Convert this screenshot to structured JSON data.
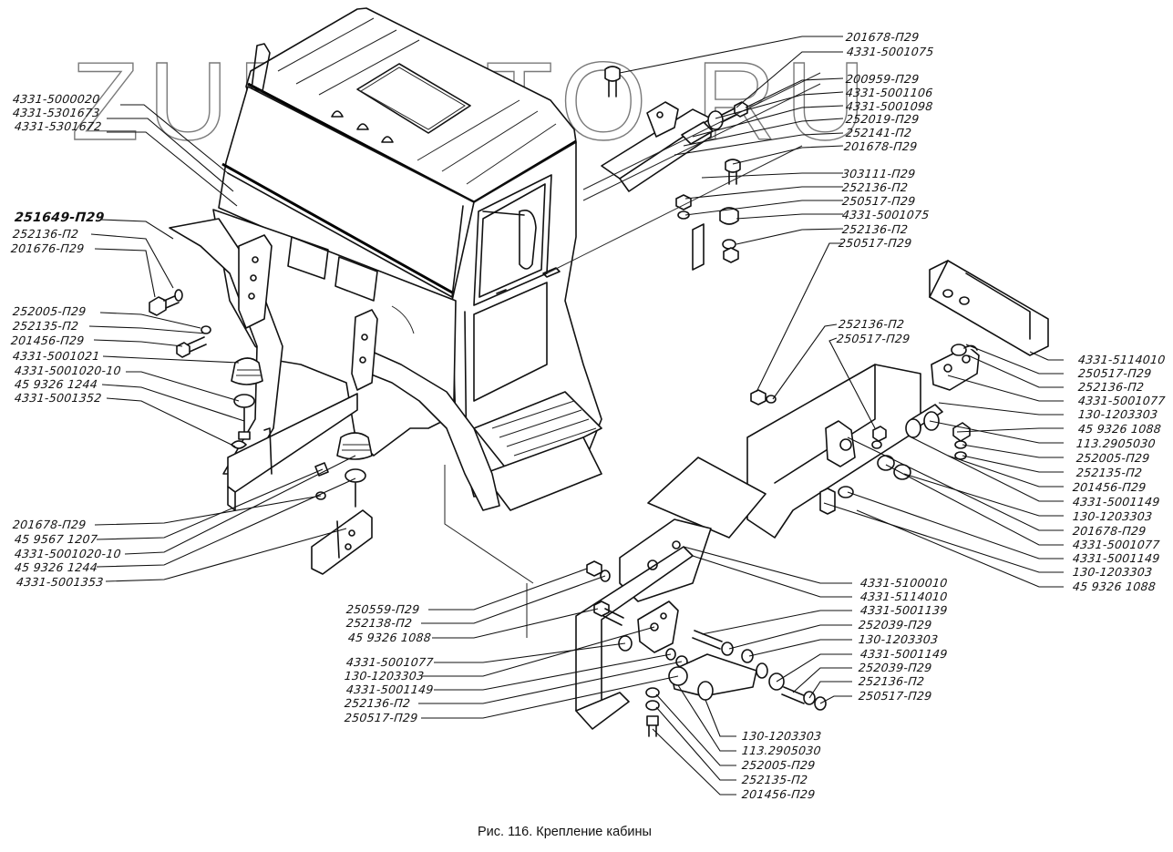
{
  "figure": {
    "caption": "Рис. 116. Крепление кабины",
    "watermark": "ZURAVTO.RU"
  },
  "components": {
    "cab": "cab-body",
    "front_mount_left": "front-mount-bracket",
    "rear_mount": "rear-mount-assembly",
    "rear_mount_right": "rear-mount-right-side",
    "frame_member": "frame-cross-member"
  },
  "labels": {
    "left_top": [
      "4331-5000020",
      "4331-5301673",
      "4331-5301672"
    ],
    "left_mid": [
      "251649-П29",
      "252136-П2",
      "201676-П29"
    ],
    "left_lower": [
      "252005-П29",
      "252135-П2",
      "201456-П29",
      "4331-5001021",
      "4331-5001020-10",
      "45 9326 1244",
      "4331-5001352"
    ],
    "left_bottom": [
      "201678-П29",
      "45 9567 1207",
      "4331-5001020-10",
      "45 9326 1244",
      "4331-5001353"
    ],
    "top_right": [
      "201678-П29",
      "4331-5001075",
      "200959-П29",
      "4331-5001106",
      "4331-5001098",
      "252019-П29",
      "252141-П2",
      "201678-П29",
      "303111-П29",
      "252136-П2",
      "250517-П29",
      "4331-5001075",
      "252136-П2",
      "250517-П29"
    ],
    "mid_right_pair": [
      "252136-П2",
      "250517-П29"
    ],
    "right_column": [
      "4331-5114010",
      "250517-П29",
      "252136-П2",
      "4331-5001077",
      "130-1203303",
      "45 9326 1088",
      "113.2905030",
      "252005-П29",
      "252135-П2",
      "201456-П29",
      "4331-5001149",
      "130-1203303",
      "201678-П29",
      "4331-5001077",
      "4331-5001149",
      "130-1203303",
      "45 9326 1088"
    ],
    "center_right": [
      "4331-5100010",
      "4331-5114010",
      "4331-5001139",
      "252039-П29",
      "130-1203303",
      "4331-5001149",
      "252039-П29",
      "252136-П2",
      "250517-П29"
    ],
    "center_left_a": [
      "250559-П29",
      "252138-П2",
      "45 9326 1088"
    ],
    "center_left_b": [
      "4331-5001077",
      "130-1203303",
      "4331-5001149",
      "252136-П2",
      "250517-П29"
    ],
    "bottom_center": [
      "130-1203303",
      "113.2905030",
      "252005-П29",
      "252135-П2",
      "201456-П29"
    ]
  }
}
